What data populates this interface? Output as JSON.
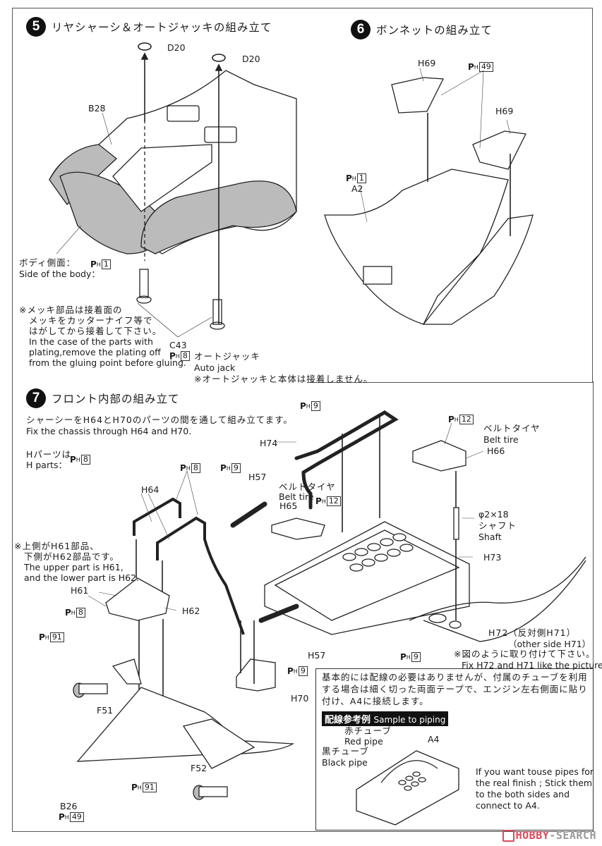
{
  "step5": {
    "number": "5",
    "title": "リヤシャーシ＆オートジャッキの組み立て",
    "labels": {
      "d20_a": "D20",
      "d20_b": "D20",
      "b28": "B28",
      "c43": "C43"
    },
    "body_side_jp": "ボディ側面：",
    "body_side_en": "Side of the body：",
    "body_side_paint": {
      "code": "1"
    },
    "c43_paint": {
      "code": "8"
    },
    "auto_jack_jp": "オートジャッキ",
    "auto_jack_en": "Auto jack",
    "auto_jack_note": "※オートジャッキと本体は接着しません。",
    "plating_note_jp": [
      "※メッキ部品は接着面の",
      "メッキをカッターナイフ等で",
      "はがしてから接着して下さい。"
    ],
    "plating_note_en": [
      "In the case of the parts with",
      "plating,remove the plating off",
      "from the gluing point before gluing."
    ]
  },
  "step6": {
    "number": "6",
    "title": "ボンネットの組み立て",
    "labels": {
      "h69_a": "H69",
      "h69_b": "H69",
      "a2": "A2"
    },
    "h69_paint": {
      "code": "49"
    },
    "a2_paint": {
      "code": "1"
    }
  },
  "step7": {
    "number": "7",
    "title": "フロント内部の組み立て",
    "intro_jp": "シャーシーをH64とH70のパーツの間を通して組み立てます。",
    "intro_en": "Fix the chassis through H64 and H70.",
    "hparts_jp": "Hパーツは",
    "hparts_en": "H parts：",
    "hparts_paint": {
      "code": "8"
    },
    "labels": {
      "h74": "H74",
      "h57_a": "H57",
      "h57_b": "H57",
      "h64": "H64",
      "h65": "H65",
      "h66": "H66",
      "h73": "H73",
      "h61": "H61",
      "h62": "H62",
      "h70": "H70",
      "f51": "F51",
      "f52": "F52",
      "b26": "B26"
    },
    "belt_tire_jp": "ベルトタイヤ",
    "belt_tire_en": "Belt tire",
    "shaft_size": "φ2×18",
    "shaft_jp": "シャフト",
    "shaft_en": "Shaft",
    "h72_label": "H72（反対側H71）",
    "h72_other": "（other side H71）",
    "h72_note_jp": "※図のように取り付けて下さい。",
    "h72_note_en": "Fix H72 and H71 like the picture.",
    "h61_note_jp": [
      "※上側がH61部品、",
      "下側がH62部品です。"
    ],
    "h61_note_en": [
      "The upper part is H61,",
      "and the lower part is H62."
    ],
    "paints": {
      "h74": "9",
      "h57": "9",
      "h64": "8",
      "h65": "12",
      "h66": "12",
      "h61": "8",
      "h70": "9",
      "engine": "9",
      "f51": "91",
      "f52": "91",
      "b26": "49"
    },
    "piping": {
      "text_jp": [
        "基本的には配線の必要はありませんが、付属のチューブを利用",
        "する場合は細く切った両面テープで、エンジン左右側面に貼り",
        "付け、A4に接続します。"
      ],
      "sample_label_jp": "配線参考例",
      "sample_label_en": "Sample to piping",
      "red_pipe_jp": "赤チューブ",
      "red_pipe_en": "Red pipe",
      "black_pipe_jp": "黒チューブ",
      "black_pipe_en": "Black pipe",
      "a4": "A4",
      "text_en": [
        "If you want touse pipes for",
        "the real finish ; Stick them",
        "to the both sides and",
        "connect to A4."
      ]
    }
  },
  "paint_prefix": {
    "p": "P",
    "h": "H"
  },
  "watermark": {
    "left": "HOBBY",
    "right": "SEARCH",
    "accent_color": "#e0495a",
    "gray_color": "#9a9a9a"
  }
}
